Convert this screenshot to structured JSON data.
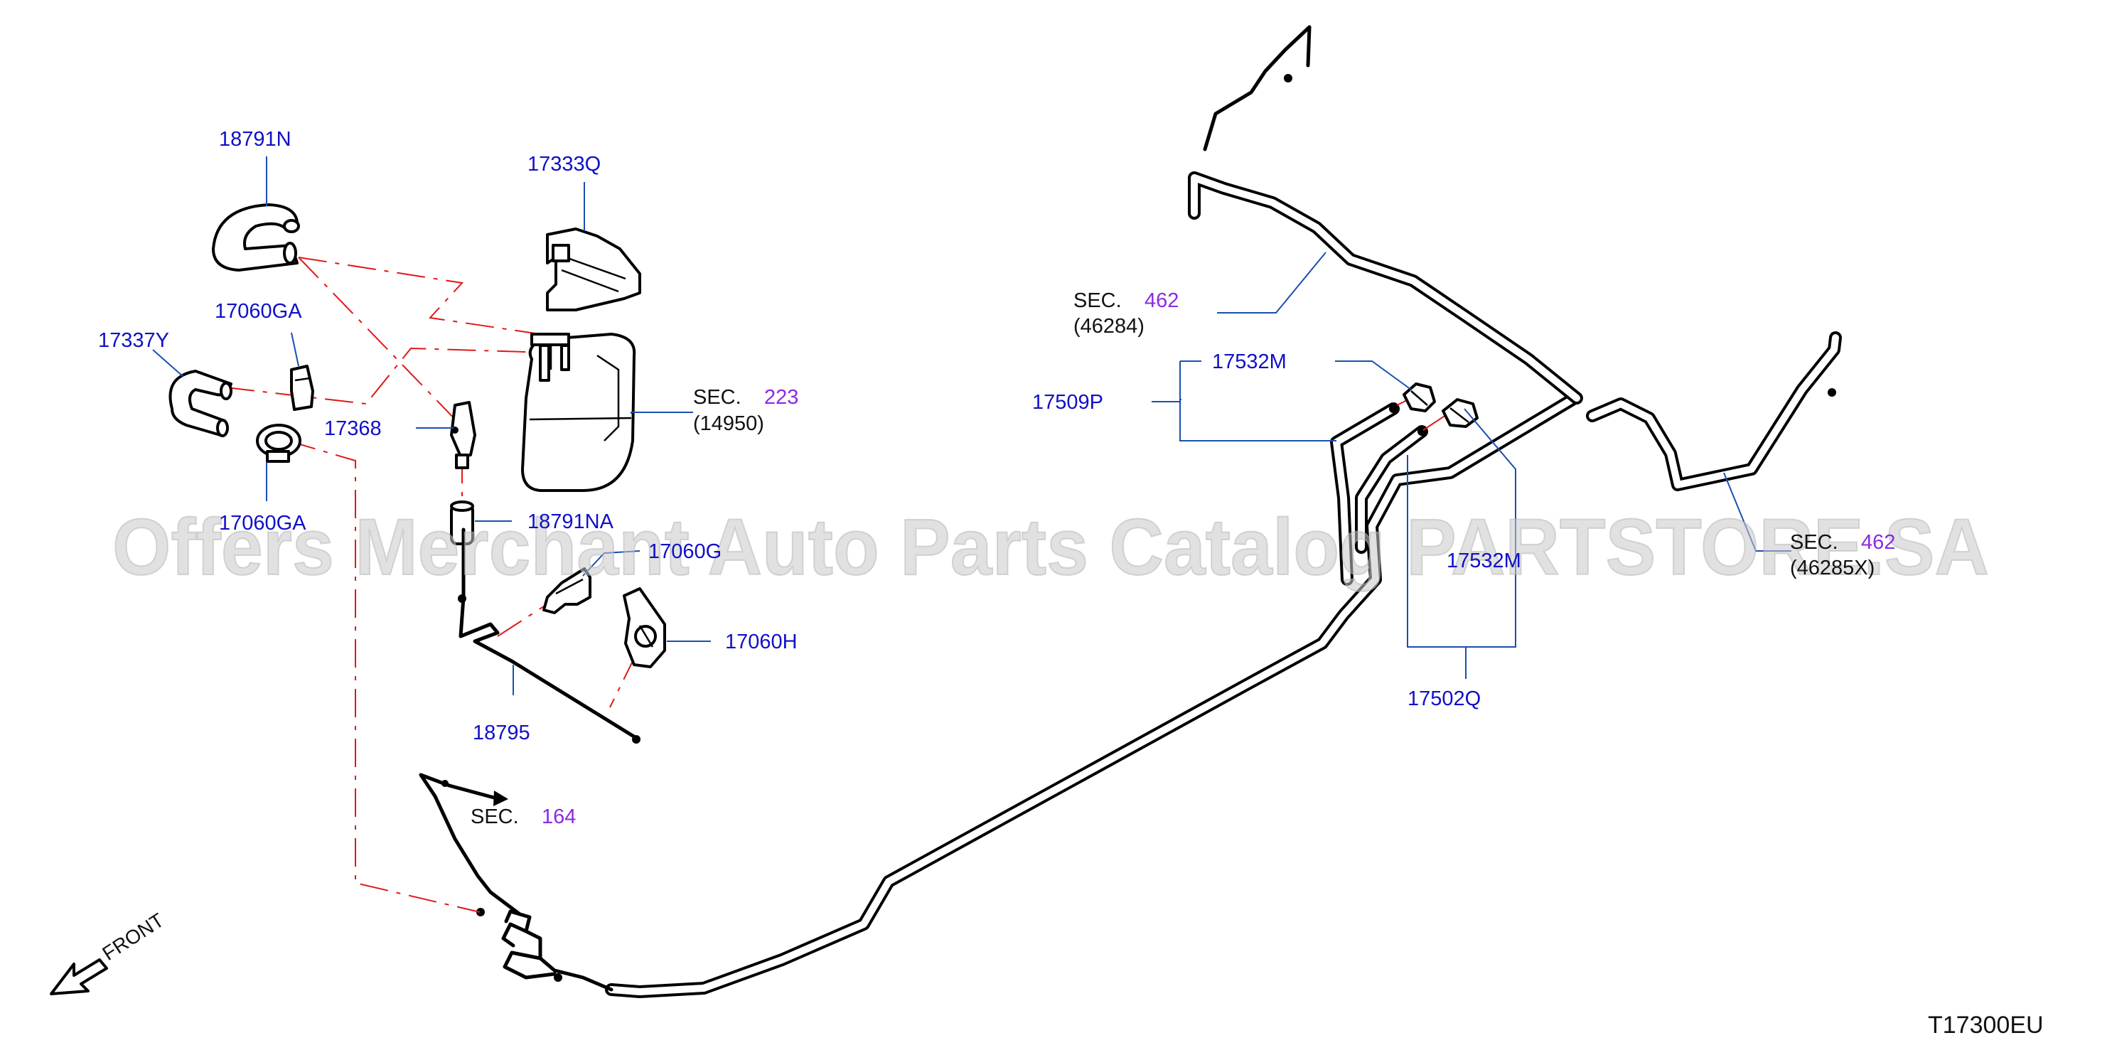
{
  "diagram": {
    "watermark": "Offers Merchant Auto Parts Catalog PARTSTORE.SA",
    "diagram_id": "T17300EU",
    "front_label": "FRONT",
    "part_labels": [
      {
        "id": "p18791n",
        "text": "18791N"
      },
      {
        "id": "p17333q",
        "text": "17333Q"
      },
      {
        "id": "p17060ga_top",
        "text": "17060GA"
      },
      {
        "id": "p17337y",
        "text": "17337Y"
      },
      {
        "id": "p17368",
        "text": "17368"
      },
      {
        "id": "p17060ga_bottom",
        "text": "17060GA"
      },
      {
        "id": "p18791na",
        "text": "18791NA"
      },
      {
        "id": "p17060g",
        "text": "17060G"
      },
      {
        "id": "p17060h",
        "text": "17060H"
      },
      {
        "id": "p18795",
        "text": "18795"
      },
      {
        "id": "p17532m_top",
        "text": "17532M"
      },
      {
        "id": "p17509p",
        "text": "17509P"
      },
      {
        "id": "p17532m_bottom",
        "text": "17532M"
      },
      {
        "id": "p17502q",
        "text": "17502Q"
      }
    ],
    "section_refs": [
      {
        "id": "sec462_left",
        "sec": "SEC.",
        "number": "462",
        "code": "(46284)"
      },
      {
        "id": "sec223",
        "sec": "SEC.",
        "number": "223",
        "code": "(14950)"
      },
      {
        "id": "sec164",
        "sec": "SEC.",
        "number": "164",
        "code": ""
      },
      {
        "id": "sec462_right",
        "sec": "SEC.",
        "number": "462",
        "code": "(46285X)"
      }
    ],
    "colors": {
      "part_label": "#1010c8",
      "section_number": "#8a2be2",
      "leader": "#1a4fb0",
      "phantom_line": "#e01818",
      "watermark": "#c8c8c8"
    }
  }
}
